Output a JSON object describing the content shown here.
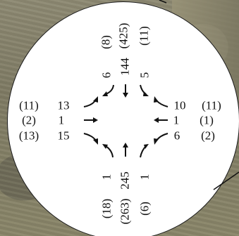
{
  "north": {
    "volumes": [
      "6",
      "144",
      "5"
    ],
    "secondary": [
      "(8)",
      "(425)",
      "(11)"
    ]
  },
  "south": {
    "volumes": [
      "1",
      "245",
      "1"
    ],
    "secondary": [
      "(18)",
      "(263)",
      "(6)"
    ]
  },
  "west": {
    "volumes": [
      "13",
      "1",
      "15"
    ],
    "secondary": [
      "(11)",
      "(2)",
      "(13)"
    ]
  },
  "east": {
    "volumes": [
      "10",
      "1",
      "6"
    ],
    "secondary": [
      "(11)",
      "(1)",
      "(2)"
    ]
  },
  "colors": {
    "background": "#ffffff",
    "text": "#111111",
    "arrow": "#111111",
    "aerial": "#8e8a73"
  },
  "icons": [
    "left-turn-arrow",
    "through-arrow",
    "right-turn-arrow"
  ]
}
